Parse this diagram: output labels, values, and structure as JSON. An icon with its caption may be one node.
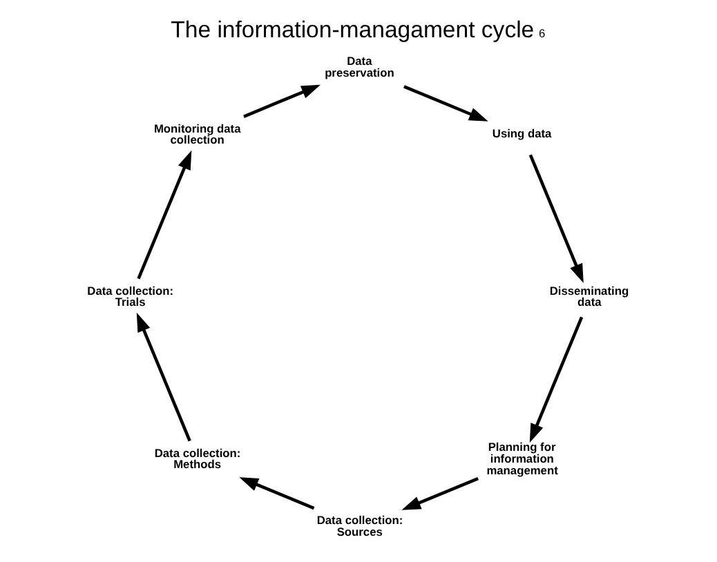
{
  "diagram": {
    "title": "The information-managament cycle$^{6}$",
    "nodes": [
      {
        "text": [
          "Planning for information management"
        ]
      },
      {
        "text": [
          "Data collection: Sources"
        ]
      },
      {
        "text": [
          "Data collection: Methods"
        ]
      },
      {
        "text": [
          "Data collection: Trials"
        ]
      },
      {
        "text": [
          "Monitoring data collection"
        ]
      },
      {
        "text": [
          "Data preservation"
        ]
      },
      {
        "text": [
          "Using data"
        ]
      },
      {
        "text": [
          "Disseminating data"
        ]
      }
    ],
    "edges": [
      {
        "from": 0,
        "to": 1,
        "arrow": "to"
      },
      {
        "from": 1,
        "to": 2,
        "arrow": "to"
      },
      {
        "from": 2,
        "to": 3,
        "arrow": "to"
      },
      {
        "from": 3,
        "to": 4,
        "arrow": "to"
      },
      {
        "from": 4,
        "to": 5,
        "arrow": "to"
      },
      {
        "from": 5,
        "to": 6,
        "arrow": "to"
      },
      {
        "from": 6,
        "to": 7,
        "arrow": "to"
      },
      {
        "from": 7,
        "to": 0,
        "arrow": "to"
      }
    ]
  }
}
